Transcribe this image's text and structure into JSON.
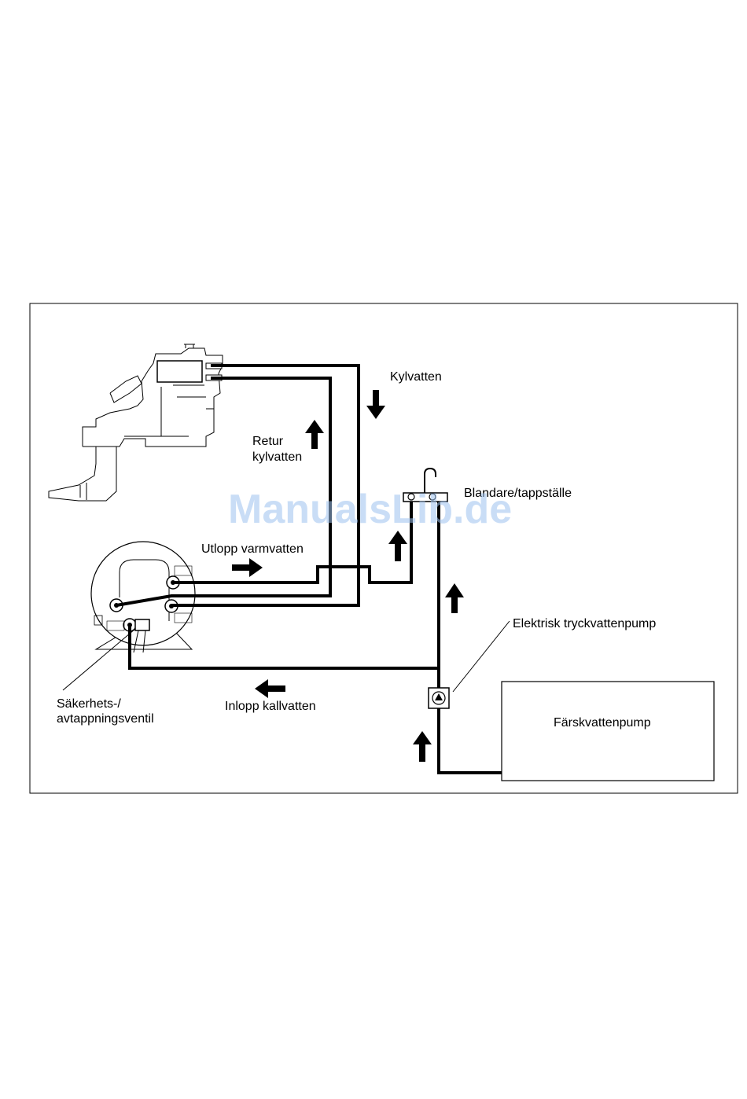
{
  "labels": {
    "kylvatten": "Kylvatten",
    "retur_line1": "Retur",
    "retur_line2": "kylvatten",
    "blandare": "Blandare/tappställe",
    "utlopp": "Utlopp varmvatten",
    "pump_electric": "Elektrisk tryckvattenpump",
    "safety_line1": "Säkerhets-/",
    "safety_line2": "avtappningsventil",
    "inlopp": "Inlopp kallvatten",
    "fresh_pump": "Färskvattenpump"
  },
  "watermark": "ManualsLib.de",
  "colors": {
    "line": "#000000",
    "watermark": "#9ec3ef",
    "background": "#ffffff"
  }
}
